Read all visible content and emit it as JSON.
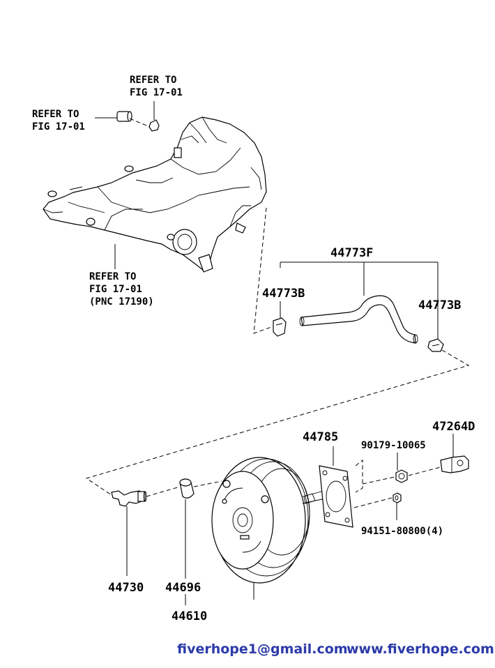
{
  "labels": {
    "refer_top_1": "REFER TO",
    "refer_top_2": "FIG 17-01",
    "refer_left_1": "REFER TO",
    "refer_left_2": "FIG 17-01",
    "refer_bottom_1": "REFER TO",
    "refer_bottom_2": "FIG 17-01",
    "refer_bottom_3": "(PNC 17190)",
    "p44773F": "44773F",
    "p44773B_left": "44773B",
    "p44773B_right": "44773B",
    "p47264D": "47264D",
    "p44785": "44785",
    "p90179": "90179-10065",
    "p94151": "94151-80800(4)",
    "p44730": "44730",
    "p44696": "44696",
    "p44610": "44610"
  },
  "footer": {
    "email": "fiverhope1@gmail.com",
    "website": "www.fiverhope.com"
  },
  "colors": {
    "footer_text": "#2b3aa8",
    "line": "#000000",
    "background": "#ffffff"
  }
}
